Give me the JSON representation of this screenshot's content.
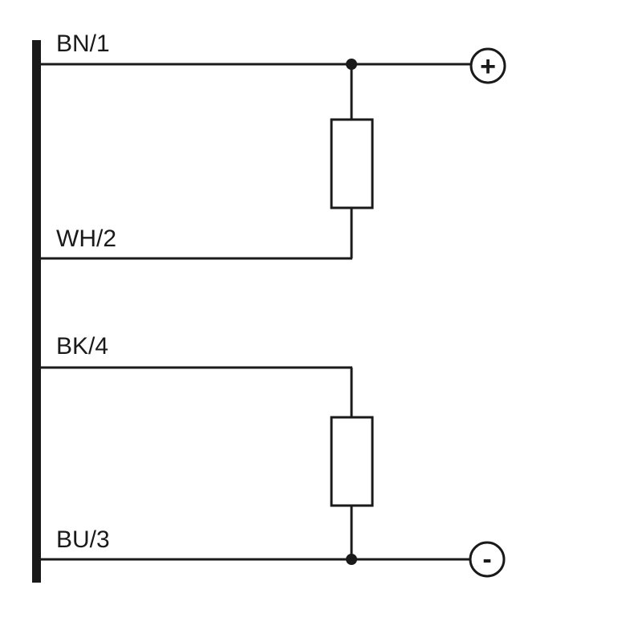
{
  "wires": {
    "w1": "BN/1",
    "w2": "WH/2",
    "w4": "BK/4",
    "w3": "BU/3"
  },
  "terminals": {
    "positive": "+",
    "negative": "-"
  },
  "colors": {
    "line": "#1a1a1a",
    "background": "#ffffff"
  }
}
